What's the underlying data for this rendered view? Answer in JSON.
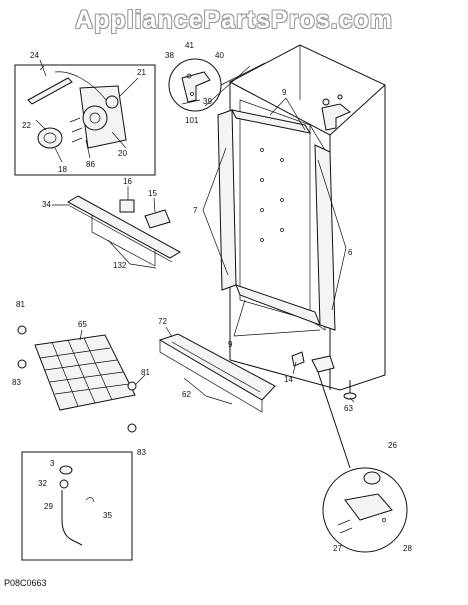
{
  "watermark": "AppliancePartsPros.com",
  "diagram_code": "P08C0663",
  "callouts": [
    "24",
    "21",
    "22",
    "20",
    "18",
    "86",
    "41",
    "38",
    "40",
    "39",
    "101",
    "9",
    "16",
    "15",
    "34",
    "132",
    "7",
    "6",
    "81",
    "65",
    "72",
    "83",
    "9",
    "81",
    "62",
    "14",
    "63",
    "83",
    "26",
    "3",
    "32",
    "29",
    "35",
    "27",
    "28"
  ]
}
